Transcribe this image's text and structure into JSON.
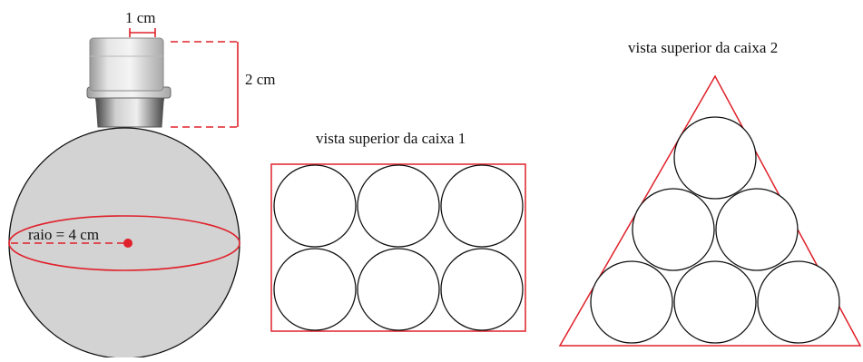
{
  "bottle": {
    "cap_width_label": "1 cm",
    "cap_height_label": "2 cm",
    "radius_label": "raio = 4 cm"
  },
  "box1": {
    "title": "vista superior da caixa 1",
    "rows": 2,
    "cols": 3
  },
  "box2": {
    "title": "vista superior da caixa 2",
    "row_counts": [
      1,
      2,
      3
    ]
  },
  "colors": {
    "accent": "#e0202a",
    "sphere_fill": "#d3d3d3",
    "outline": "#111111"
  }
}
